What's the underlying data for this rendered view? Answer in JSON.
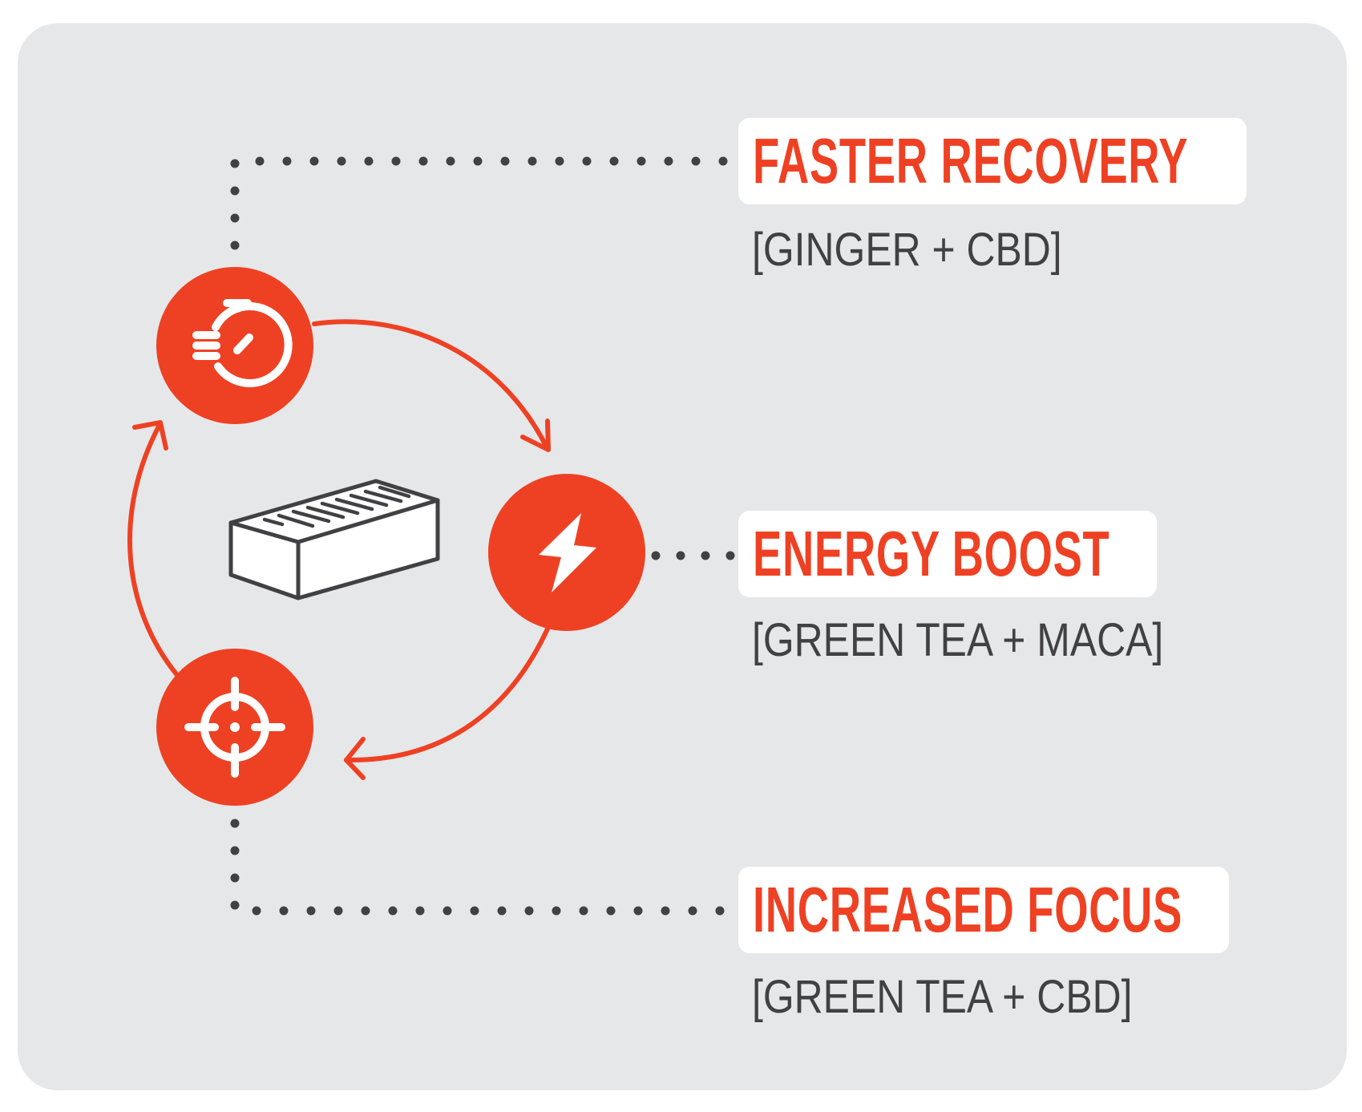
{
  "colors": {
    "accent": "#ee4123",
    "dots": "#414143",
    "ink": "#414143",
    "card": "#e6e7e9",
    "pill": "#ffffff"
  },
  "benefits": [
    {
      "title": "FASTER RECOVERY",
      "ingredients": "[GINGER + CBD]",
      "icon": "stopwatch-icon"
    },
    {
      "title": "ENERGY BOOST",
      "ingredients": "[GREEN TEA + MACA]",
      "icon": "lightning-bolt-icon"
    },
    {
      "title": "INCREASED FOCUS",
      "ingredients": "[GREEN TEA + CBD]",
      "icon": "crosshair-target-icon"
    }
  ],
  "center_icon": "bar-product-icon"
}
